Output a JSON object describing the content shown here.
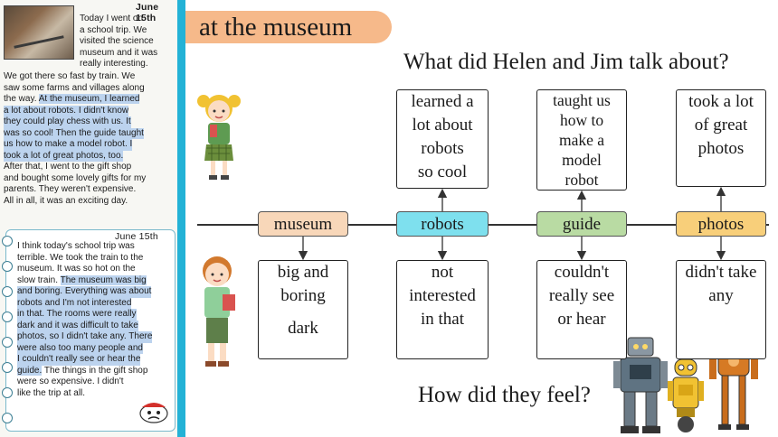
{
  "diary_one": {
    "date": "June 15th",
    "intro_lines": [
      "Today I went on",
      "a school trip. We",
      "visited the science",
      "museum and it was",
      "really interesting."
    ],
    "body_plain_1": [
      "We got there so fast by train. We",
      "saw some farms and villages along",
      "the way."
    ],
    "highlight_start": "At the museum, I learned",
    "highlight_lines": [
      "a lot about robots. I didn't know",
      "they could play chess with us. It",
      "was so cool! Then the guide taught",
      "us how to make a model robot. I",
      "took a lot of great photos, too."
    ],
    "body_plain_2": [
      "After that, I went to the gift shop",
      "and bought some lovely gifts for my",
      "parents. They weren't expensive.",
      "All in all, it was an exciting day."
    ]
  },
  "diary_two": {
    "date": "June 15th",
    "lines_plain_1": [
      "I think today's school trip was",
      "terrible. We took the train to the",
      "museum. It was so hot on the",
      "slow train."
    ],
    "hl_inline_1": "The museum was big",
    "hl_lines": [
      "and boring. Everything was about",
      "robots and I'm not interested",
      "in that. The rooms were really",
      "dark and it was difficult to take",
      "photos, so I didn't take any. There",
      "were also too many people and",
      "I couldn't really see or hear the"
    ],
    "hl_end": "guide.",
    "after_hl": "The things in the gift shop",
    "lines_plain_2": [
      "were so expensive. I didn't",
      "like the trip at all."
    ]
  },
  "header": {
    "title": "at the museum",
    "question_top": "What did Helen and Jim talk about?",
    "question_bottom": "How did they feel?"
  },
  "topics": [
    {
      "label": "museum",
      "color": "#f8d7b9"
    },
    {
      "label": "robots",
      "color": "#7ee0ee"
    },
    {
      "label": "guide",
      "color": "#b9dba3"
    },
    {
      "label": "photos",
      "color": "#f8cf7a"
    }
  ],
  "helen_boxes": [
    {
      "lines": [
        "learned a",
        "lot about",
        "robots",
        "so cool"
      ]
    },
    {
      "lines": [
        "taught us",
        "how to",
        "make a",
        "model",
        "robot"
      ]
    },
    {
      "lines": [
        "took a lot",
        "of great",
        "photos"
      ]
    }
  ],
  "jim_boxes": [
    {
      "lines": [
        "big and",
        "boring",
        "",
        "dark"
      ]
    },
    {
      "lines": [
        "not",
        "interested",
        "in that"
      ]
    },
    {
      "lines": [
        "couldn't",
        "really see",
        "or hear"
      ]
    },
    {
      "lines": [
        "didn't take",
        "any"
      ]
    }
  ]
}
